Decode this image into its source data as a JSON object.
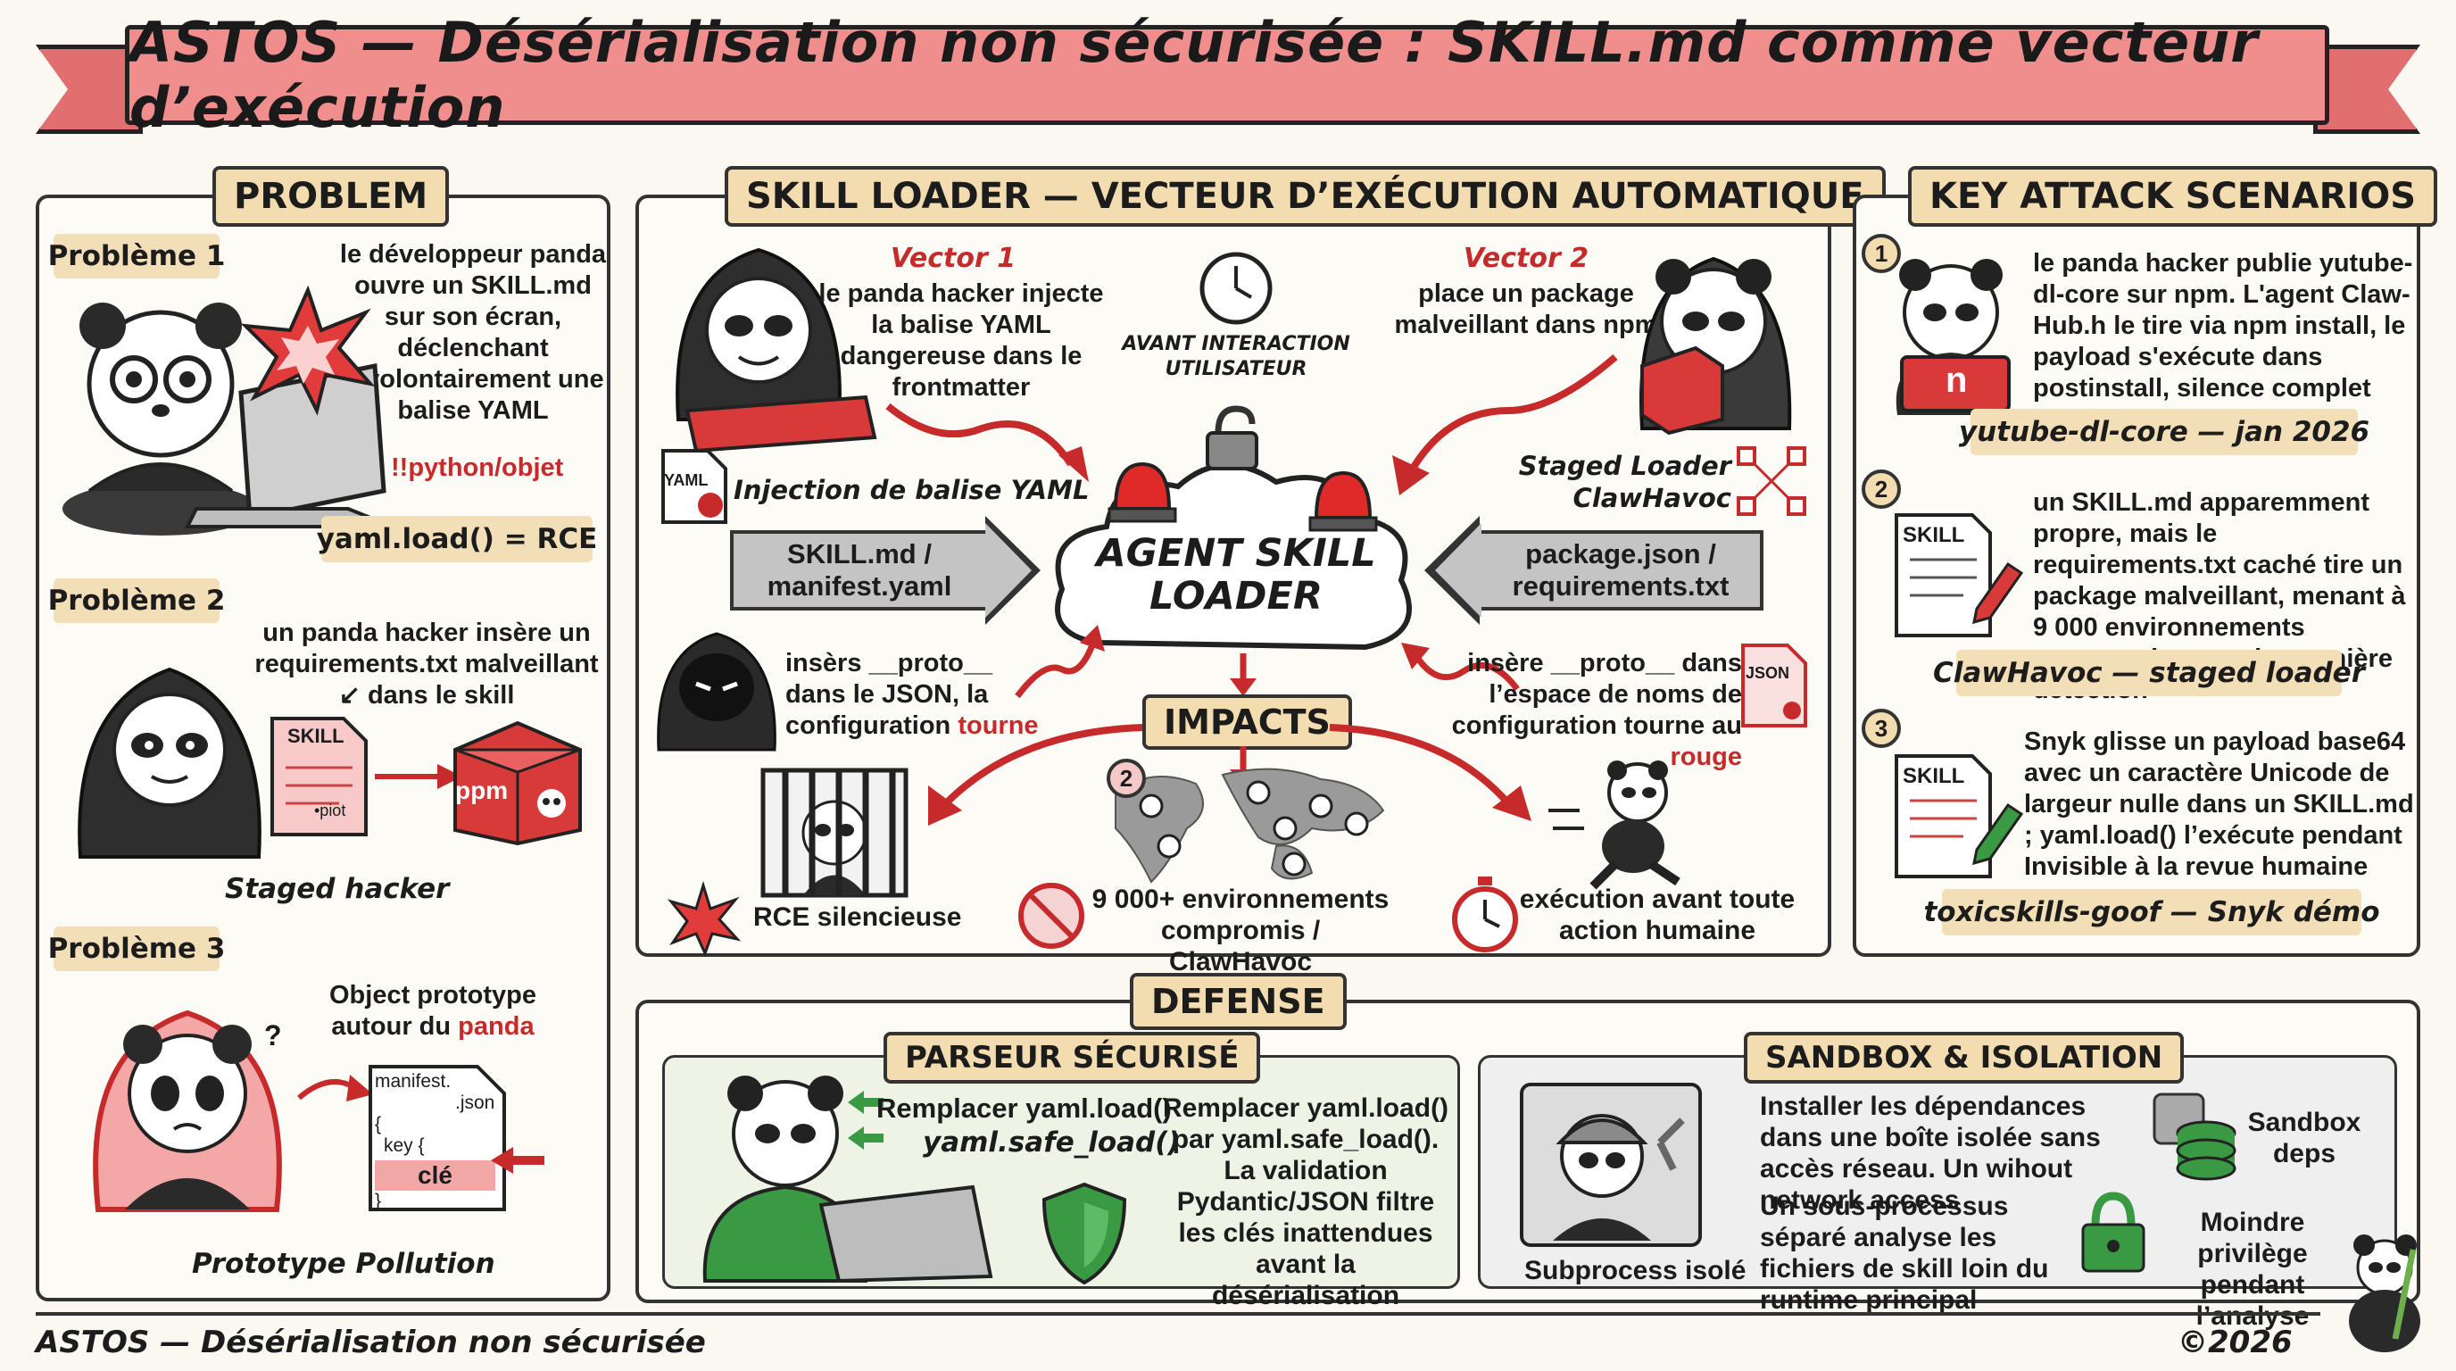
{
  "title": "ASTOS — Désérialisation non sécurisée : SKILL.md comme vecteur d’exécution",
  "problem": {
    "header": "PROBLEM",
    "p1": {
      "label": "Problème 1",
      "text": "le développeur panda ouvre un SKILL.md sur son écran, déclenchant involontairement une balise YAML",
      "tag": "!!python/objet",
      "pill": "yaml.load() = RCE"
    },
    "p2": {
      "label": "Problème 2",
      "text": "un panda hacker insère un requirements.txt malveillant ↙ dans le skill",
      "doc": "SKILL",
      "doc_sub": "•piot",
      "box": "ppm",
      "caption": "Staged hacker"
    },
    "p3": {
      "label": "Problème 3",
      "text_a": "Object prototype autour du ",
      "text_b": "panda",
      "doc_l1": "manifest.",
      "doc_l2": ".json",
      "doc_l3": "{",
      "doc_l4": "key {",
      "doc_key": "clé",
      "doc_l5": "}",
      "caption": "Prototype Pollution"
    }
  },
  "loader": {
    "header": "SKILL LOADER — VECTEUR D’EXÉCUTION AUTOMATIQUE",
    "v1_title": "Vector 1",
    "v1_text": "le panda hacker injecte la balise YAML dangereuse dans le frontmatter",
    "v1_caption": "Injection de balise YAML",
    "yaml_icon": "YAML",
    "clock_text": "AVANT INTERACTION UTILISATEUR",
    "v2_title": "Vector 2",
    "v2_text": "place un package malveillant dans npm",
    "v2_caption": "Staged Loader ClawHavoc",
    "cloud": "AGENT SKILL LOADER",
    "left_arrow": "SKILL.md / manifest.yaml",
    "right_arrow": "package.json / requirements.txt",
    "proto_left_a": "insèrs __proto__ dans le JSON, la configuration ",
    "proto_left_b": "tourne",
    "proto_right_a": "insère __proto__ dans l’espace de noms de configuration tourne au ",
    "proto_right_b": "rouge",
    "json_icon": "JSON",
    "impacts": "IMPACTS",
    "impact1": "RCE silencieuse",
    "impact2": "9 000+ environnements compromis / ClawHavoc",
    "impact2_num": "2",
    "impact3": "exécution avant toute action humaine"
  },
  "scenarios": {
    "header": "KEY ATTACK SCENARIOS",
    "s1": {
      "num": "1",
      "text": "le panda hacker publie yutube-dl-core sur npm. L'agent Claw-Hub.h le tire via npm install, le payload s'exécute dans postinstall, silence complet",
      "pill": "yutube-dl-core — jan 2026",
      "badge": "n"
    },
    "s2": {
      "num": "2",
      "text": "un SKILL.md apparemment propre, mais le requirements.txt caché tire un package malveillant, menant à 9 000 environnements compromis avant la première détection",
      "pill": "ClawHavoc — staged loader",
      "doc": "SKILL"
    },
    "s3": {
      "num": "3",
      "text": "Snyk glisse un payload base64 avec un caractère Unicode de largeur nulle dans un SKILL.md ; yaml.load() l’exécute pendant Invisible à la revue humaine",
      "pill": "toxicskills-goof — Snyk démo",
      "doc": "SKILL"
    }
  },
  "defense": {
    "header": "DEFENSE",
    "parser": {
      "header": "PARSEUR SÉCURISÉ",
      "arrow1": "Remplacer yaml.load()",
      "arrow2": "yaml.safe_load()",
      "text": "Remplacer yaml.load() par yaml.safe_load(). La validation Pydantic/JSON filtre les clés inattendues avant la désérialisation"
    },
    "sandbox": {
      "header": "SANDBOX & ISOLATION",
      "text1": "Installer les dépendances dans une boîte isolée sans accès réseau. Un wihout network access",
      "text2": "Un sous-processus séparé analyse les fichiers de skill loin du runtime principal",
      "caption": "Subprocess isolé",
      "side1": "Sandbox deps",
      "side2": "Moindre privilège pendant l’analyse"
    }
  },
  "footer": {
    "left": "ASTOS — Désérialisation non sécurisée",
    "right": "©2026"
  }
}
